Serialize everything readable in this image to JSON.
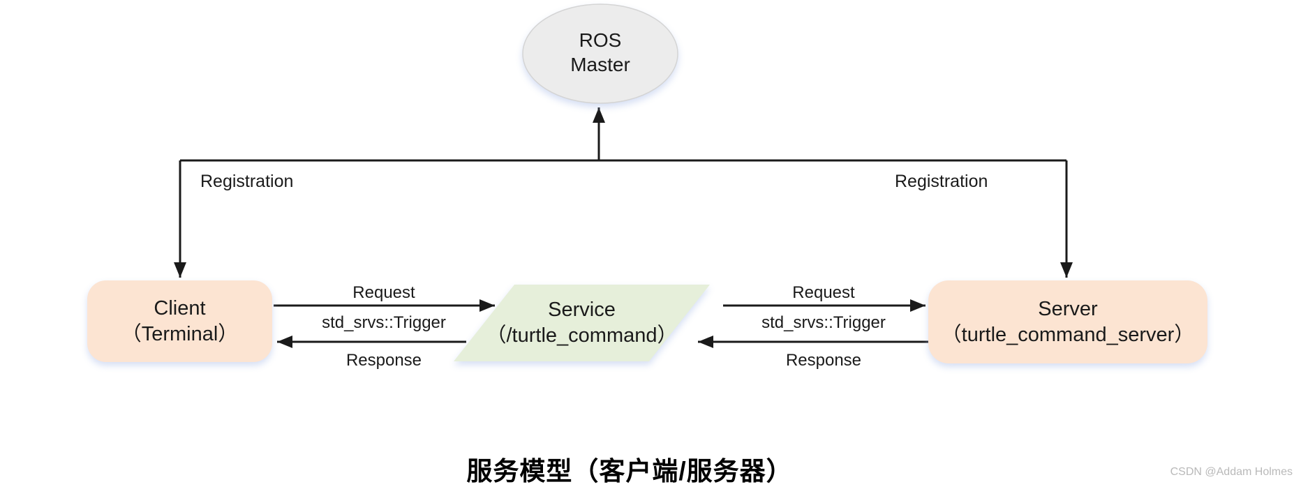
{
  "diagram": {
    "nodes": {
      "ros_master": {
        "line1": "ROS",
        "line2": "Master"
      },
      "client": {
        "line1": "Client",
        "line2": "（Terminal）"
      },
      "service": {
        "line1": "Service",
        "line2": "（/turtle_command）"
      },
      "server": {
        "line1": "Server",
        "line2": "（turtle_command_server）"
      }
    },
    "edges": {
      "registration_left": "Registration",
      "registration_right": "Registration",
      "request_left": "Request",
      "trigger_left": "std_srvs::Trigger",
      "response_left": "Response",
      "request_right": "Request",
      "trigger_right": "std_srvs::Trigger",
      "response_right": "Response"
    },
    "colors": {
      "peach_fill": "#fce4d2",
      "green_fill": "#e6efda",
      "gray_fill": "#ececec",
      "line": "#1a1a1a"
    }
  },
  "caption": {
    "title": "服务模型（客户端/服务器）"
  },
  "watermark": {
    "text": "CSDN @Addam Holmes"
  }
}
